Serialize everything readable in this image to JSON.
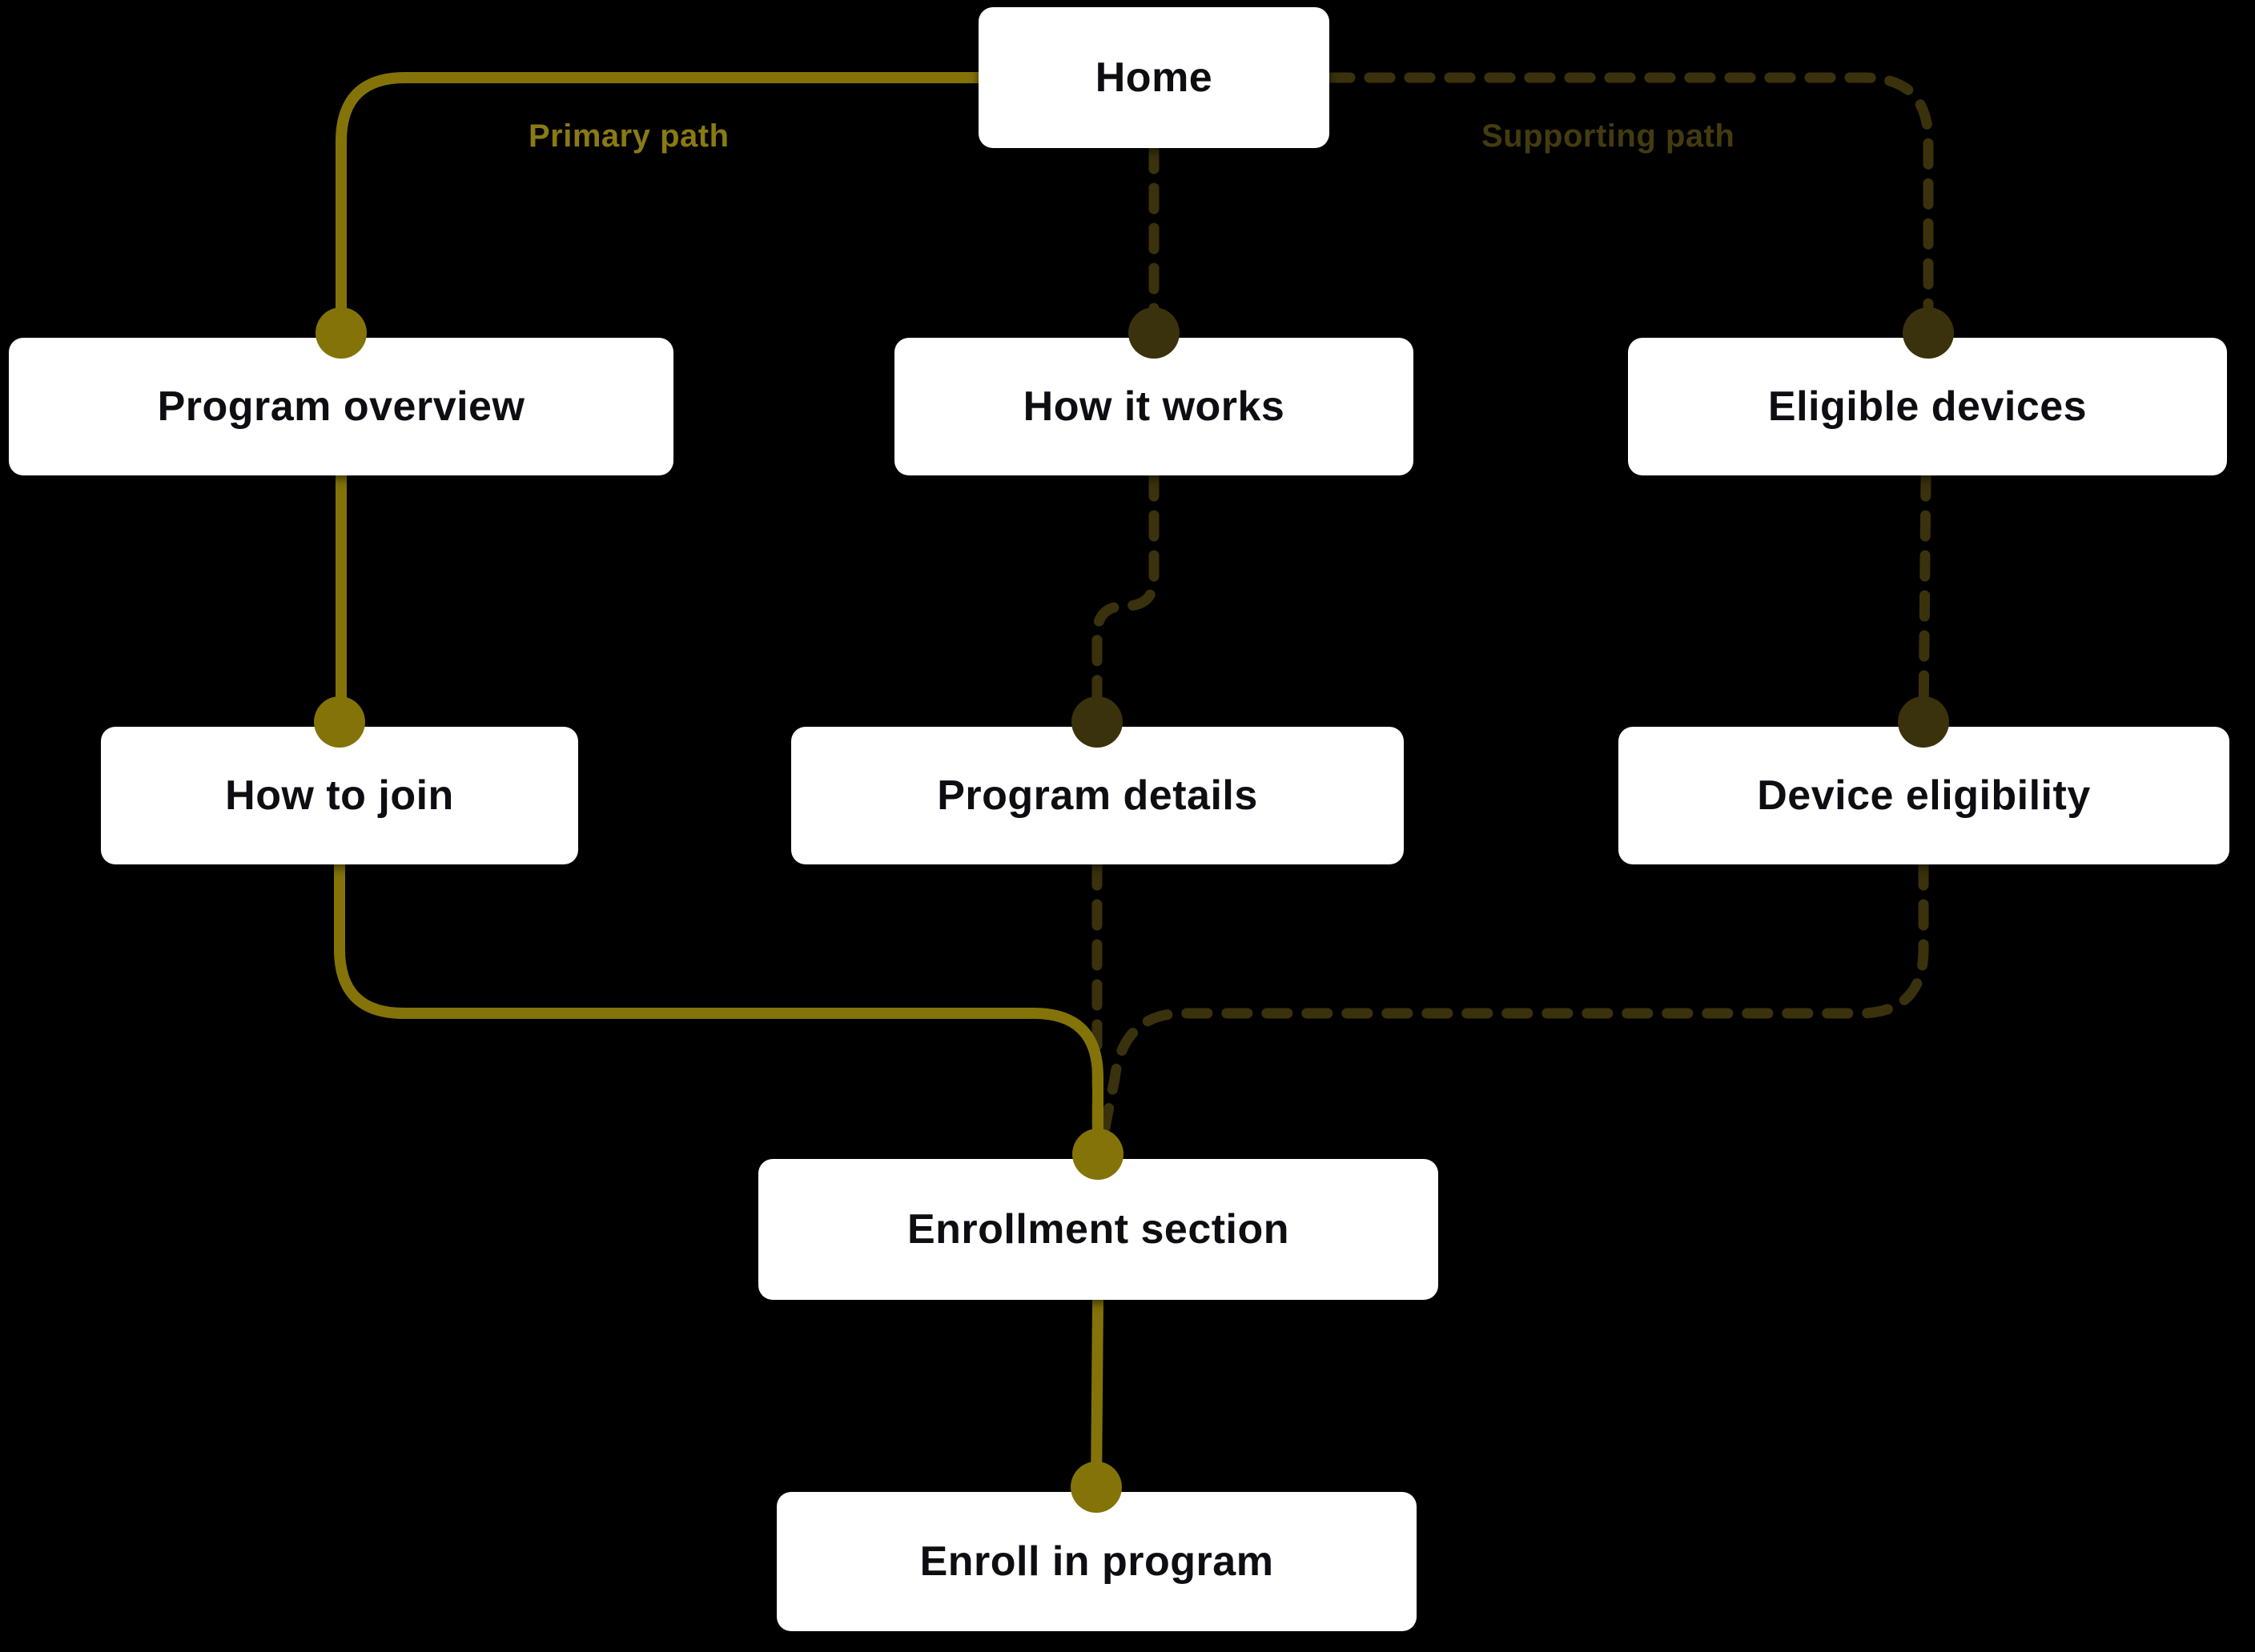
{
  "diagram": {
    "legend": {
      "primary": "Primary path",
      "supporting": "Supporting path"
    },
    "colors": {
      "background": "#000000",
      "primary_path": "#847309",
      "supporting_path": "#3a320c",
      "primary_label": "#8a7a14",
      "supporting_label": "#443b10",
      "node_background": "#ffffff",
      "node_text": "#0d0d12"
    },
    "nodes": [
      {
        "id": "home",
        "label": "Home"
      },
      {
        "id": "program-overview",
        "label": "Program overview"
      },
      {
        "id": "how-it-works",
        "label": "How it works"
      },
      {
        "id": "eligible-devices",
        "label": "Eligible devices"
      },
      {
        "id": "how-to-join",
        "label": "How to join"
      },
      {
        "id": "program-details",
        "label": "Program details"
      },
      {
        "id": "device-eligibility",
        "label": "Device eligibility"
      },
      {
        "id": "enrollment-section",
        "label": "Enrollment section"
      },
      {
        "id": "enroll-in-program",
        "label": "Enroll in program"
      }
    ],
    "edges": [
      {
        "from": "home",
        "to": "program-overview",
        "type": "primary"
      },
      {
        "from": "home",
        "to": "how-it-works",
        "type": "supporting"
      },
      {
        "from": "home",
        "to": "eligible-devices",
        "type": "supporting"
      },
      {
        "from": "program-overview",
        "to": "how-to-join",
        "type": "primary"
      },
      {
        "from": "how-it-works",
        "to": "program-details",
        "type": "supporting"
      },
      {
        "from": "eligible-devices",
        "to": "device-eligibility",
        "type": "supporting"
      },
      {
        "from": "how-to-join",
        "to": "enrollment-section",
        "type": "primary"
      },
      {
        "from": "program-details",
        "to": "enrollment-section",
        "type": "supporting"
      },
      {
        "from": "device-eligibility",
        "to": "enrollment-section",
        "type": "supporting"
      },
      {
        "from": "enrollment-section",
        "to": "enroll-in-program",
        "type": "primary"
      }
    ]
  }
}
